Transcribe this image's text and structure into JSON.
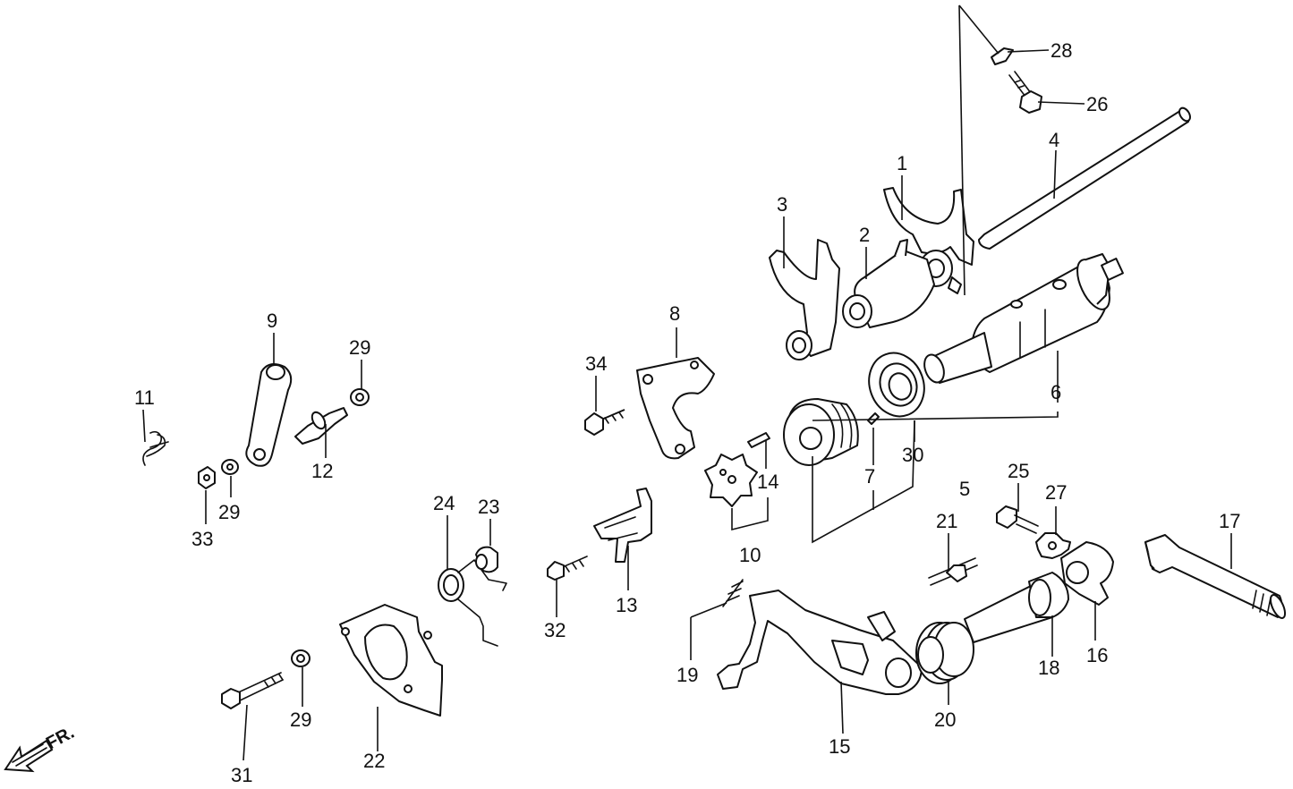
{
  "labels": {
    "p1": "1",
    "p2": "2",
    "p3": "3",
    "p4": "4",
    "p5": "5",
    "p6": "6",
    "p7": "7",
    "p8": "8",
    "p9": "9",
    "p10": "10",
    "p11": "11",
    "p12": "12",
    "p13": "13",
    "p14": "14",
    "p15": "15",
    "p16": "16",
    "p17": "17",
    "p18": "18",
    "p19": "19",
    "p20": "20",
    "p21": "21",
    "p22": "22",
    "p23": "23",
    "p24": "24",
    "p25": "25",
    "p26": "26",
    "p27": "27",
    "p28": "28",
    "p29a": "29",
    "p29b": "29",
    "p29c": "29",
    "p30": "30",
    "p31": "31",
    "p32": "32",
    "p33": "33",
    "p34": "34"
  },
  "direction": {
    "text": "FR."
  },
  "colors": {
    "ink": "#111111",
    "paper": "#ffffff"
  }
}
